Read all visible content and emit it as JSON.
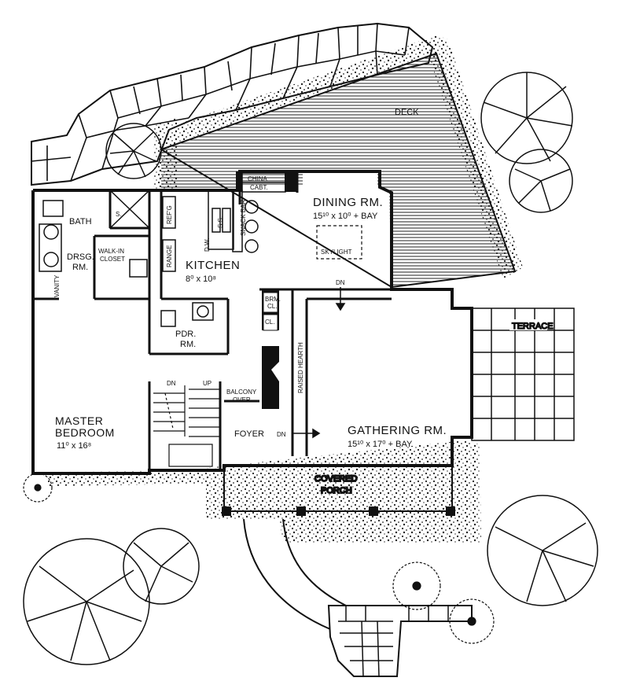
{
  "labels": {
    "deck": "DECK",
    "china": "CHINA",
    "cabt": "CABT.",
    "dining": "DINING RM.",
    "dining_dim": "15¹⁰ x 10⁰ + BAY",
    "skylight": "SKYLIGHT",
    "snack_bar": "SNACK BAR",
    "dw": "D.W.",
    "ss": "S.S.",
    "refg": "REF'G",
    "range": "RANGE",
    "kitchen": "KITCHEN",
    "kitchen_dim": "8⁰ x 10⁸",
    "bath": "BATH",
    "shower": "S.",
    "drsg": "DRSG.",
    "drsg2": "RM.",
    "walkin": "WALK-IN",
    "closet": "CLOSET",
    "vanity": "VANITY",
    "pdr": "PDR.",
    "pdr2": "RM.",
    "brm": "BRM.",
    "brm_cl": "CL.",
    "cl": "CL.",
    "raised_hearth": "RAISED HEARTH",
    "dn_dining": "DN",
    "dn_stair": "DN",
    "up_stair": "UP",
    "balcony": "BALCONY",
    "over": "OVER",
    "foyer": "FOYER",
    "dn_foyer": "DN",
    "terrace": "TERRACE",
    "gathering": "GATHERING RM.",
    "gathering_dim": "15¹⁰ x 17⁰ + BAY",
    "master": "MASTER",
    "bedroom": "BEDROOM",
    "master_dim": "11⁰ x 16⁸",
    "covered": "COVERED",
    "porch": "PORCH"
  },
  "icons": [
    "tree-icon",
    "shrub-icon",
    "stone-wall-icon"
  ],
  "colors": {
    "ink": "#111111",
    "paper": "#ffffff"
  }
}
